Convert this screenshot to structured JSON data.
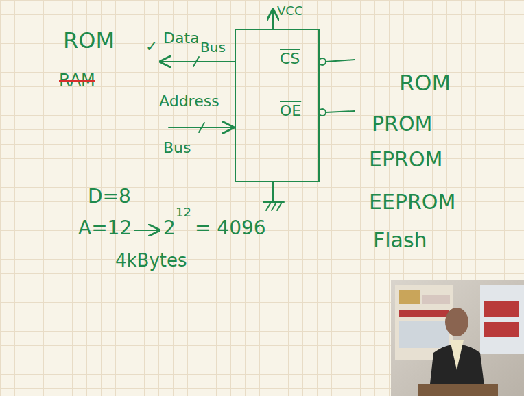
{
  "diagram": {
    "nodes": [
      {
        "text": [
          "CS",
          "OE"
        ]
      }
    ],
    "labels": [
      "ROM",
      "RAM",
      "✓",
      "Data",
      "Bus",
      "Address",
      "Bus",
      "VCC",
      "ROM",
      "PROM",
      "EPROM",
      "EEPROM",
      "Flash",
      "D=8",
      "A=12",
      "2",
      "12",
      "= 4096",
      "4kBytes"
    ]
  }
}
